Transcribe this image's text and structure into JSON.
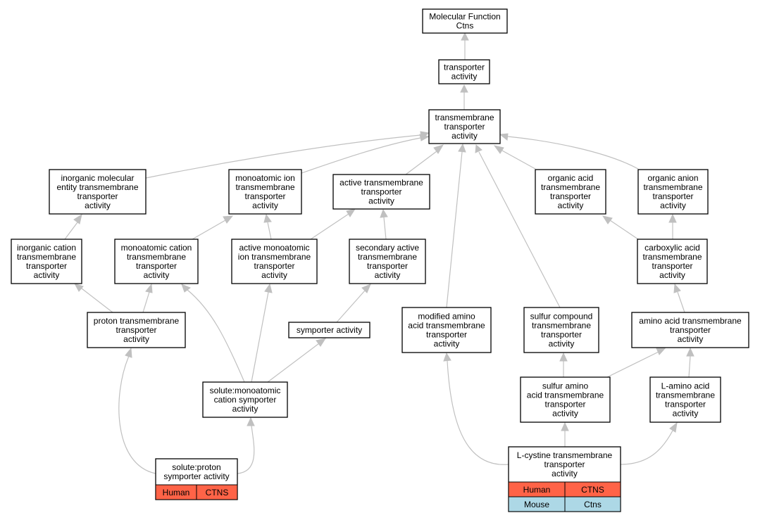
{
  "colors": {
    "edge": "#c0c0c0",
    "human": "#ff6347",
    "mouse": "#add8e6"
  },
  "nodes": [
    {
      "id": "mf",
      "lines": [
        "Molecular Function",
        "Ctns"
      ]
    },
    {
      "id": "ta",
      "lines": [
        "transporter",
        "activity"
      ]
    },
    {
      "id": "tmta",
      "lines": [
        "transmembrane",
        "transporter",
        "activity"
      ]
    },
    {
      "id": "imetta",
      "lines": [
        "inorganic molecular",
        "entity transmembrane",
        "transporter",
        "activity"
      ]
    },
    {
      "id": "moitta",
      "lines": [
        "monoatomic ion",
        "transmembrane",
        "transporter",
        "activity"
      ]
    },
    {
      "id": "atta",
      "lines": [
        "active transmembrane",
        "transporter",
        "activity"
      ]
    },
    {
      "id": "oatta",
      "lines": [
        "organic acid",
        "transmembrane",
        "transporter",
        "activity"
      ]
    },
    {
      "id": "oanta",
      "lines": [
        "organic anion",
        "transmembrane",
        "transporter",
        "activity"
      ]
    },
    {
      "id": "icta",
      "lines": [
        "inorganic cation",
        "transmembrane",
        "transporter",
        "activity"
      ]
    },
    {
      "id": "mcta",
      "lines": [
        "monoatomic cation",
        "transmembrane",
        "transporter",
        "activity"
      ]
    },
    {
      "id": "amita",
      "lines": [
        "active monoatomic",
        "ion transmembrane",
        "transporter",
        "activity"
      ]
    },
    {
      "id": "satta",
      "lines": [
        "secondary active",
        "transmembrane",
        "transporter",
        "activity"
      ]
    },
    {
      "id": "cata",
      "lines": [
        "carboxylic acid",
        "transmembrane",
        "transporter",
        "activity"
      ]
    },
    {
      "id": "ptta",
      "lines": [
        "proton transmembrane",
        "transporter",
        "activity"
      ]
    },
    {
      "id": "sym",
      "lines": [
        "symporter activity"
      ]
    },
    {
      "id": "maata",
      "lines": [
        "modified amino",
        "acid transmembrane",
        "transporter",
        "activity"
      ]
    },
    {
      "id": "scta",
      "lines": [
        "sulfur compound",
        "transmembrane",
        "transporter",
        "activity"
      ]
    },
    {
      "id": "aata",
      "lines": [
        "amino acid transmembrane",
        "transporter",
        "activity"
      ]
    },
    {
      "id": "smcs",
      "lines": [
        "solute:monoatomic",
        "cation symporter",
        "activity"
      ]
    },
    {
      "id": "saata",
      "lines": [
        "sulfur amino",
        "acid transmembrane",
        "transporter",
        "activity"
      ]
    },
    {
      "id": "laata",
      "lines": [
        "L-amino acid",
        "transmembrane",
        "transporter",
        "activity"
      ]
    },
    {
      "id": "sps",
      "lines": [
        "solute:proton",
        "symporter activity"
      ],
      "annotations": [
        {
          "species": "Human",
          "gene": "CTNS"
        }
      ]
    },
    {
      "id": "lcys",
      "lines": [
        "L-cystine transmembrane",
        "transporter",
        "activity"
      ],
      "annotations": [
        {
          "species": "Human",
          "gene": "CTNS"
        },
        {
          "species": "Mouse",
          "gene": "Ctns"
        }
      ]
    }
  ]
}
